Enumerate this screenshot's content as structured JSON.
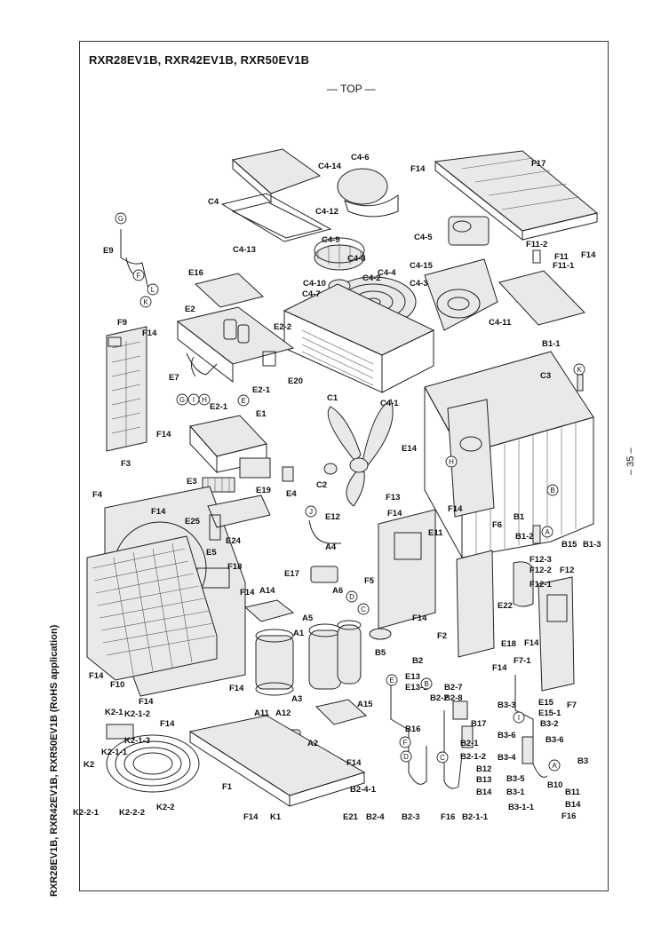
{
  "page": {
    "title": "RXR28EV1B, RXR42EV1B, RXR50EV1B",
    "view_label": "— TOP —",
    "side_caption": "RXR28EV1B, RXR42EV1B, RXR50EV1B (RoHS application)",
    "page_number": "– 35 –"
  },
  "labels": {
    "C4_14": "C4-14",
    "C4_6": "C4-6",
    "F14_a": "F14",
    "F17": "F17",
    "C4": "C4",
    "C4_12": "C4-12",
    "G": "G",
    "E9": "E9",
    "F": "F",
    "L": "L",
    "K": "K",
    "C4_13": "C4-13",
    "C4_9": "C4-9",
    "C4_5": "C4-5",
    "C4_8": "C4-8",
    "F11_2": "F11-2",
    "F14_b": "F14",
    "E16": "E16",
    "C4_10": "C4-10",
    "C4_4": "C4-4",
    "C4_15": "C4-15",
    "C4_2": "C4-2",
    "C4_3": "C4-3",
    "F11": "F11",
    "F11_1": "F11-1",
    "C4_7": "C4-7",
    "E2": "E2",
    "F9": "F9",
    "E2_2": "E2-2",
    "C4_11": "C4-11",
    "B1_1": "B1-1",
    "F14_c": "F14",
    "C3": "C3",
    "E7": "E7",
    "E2_1a": "E2-1",
    "E20": "E20",
    "E2_1b": "E2-1",
    "C1": "C1",
    "C4_1": "C4-1",
    "E1": "E1",
    "F14_d": "F14",
    "F3": "F3",
    "E14": "E14",
    "E3": "E3",
    "E19": "E19",
    "E4": "E4",
    "C2": "C2",
    "F13": "F13",
    "F4": "F4",
    "F14_e": "F14",
    "J": "J",
    "E12": "E12",
    "E11": "E11",
    "E25": "E25",
    "F14_f": "F14",
    "F6": "F6",
    "B1": "B1",
    "B1_2": "B1-2",
    "B15": "B15",
    "B1_3": "B1-3",
    "E24": "E24",
    "E5": "E5",
    "A4": "A4",
    "F18": "F18",
    "E17": "E17",
    "F5": "F5",
    "F12_3": "F12-3",
    "F12_2": "F12-2",
    "F12": "F12",
    "F12_1": "F12-1",
    "F14_g": "F14",
    "A14": "A14",
    "A6": "A6",
    "D": "D",
    "E22": "E22",
    "A5": "A5",
    "C": "C",
    "F14_h": "F14",
    "F2": "F2",
    "E18": "E18",
    "F14_i": "F14",
    "A1": "A1",
    "B5": "B5",
    "F14_j": "F14",
    "F7_1": "F7-1",
    "B2": "B2",
    "F14_k": "F14",
    "F10": "F10",
    "F14_l": "F14",
    "E13": "E13",
    "E13_1": "E13-1",
    "B2_7": "B2-7",
    "B2_2": "B2-2",
    "B2_8": "B2-8",
    "E15": "E15",
    "E15_1": "E15-1",
    "F7": "F7",
    "A11": "A11",
    "A12": "A12",
    "A3": "A3",
    "A15": "A15",
    "F14_m": "F14",
    "B3_3": "B3-3",
    "B3_2": "B3-2",
    "K2_1": "K2-1",
    "K2_1_2": "K2-1-2",
    "F14_n": "F14",
    "B17": "B17",
    "B3_6a": "B3-6",
    "B3_6b": "B3-6",
    "K2_1_3": "K2-1-3",
    "A2": "A2",
    "B16": "B16",
    "B2_1": "B2-1",
    "K2_1_1": "K2-1-1",
    "B2_1_2": "B2-1-2",
    "B3_4": "B3-4",
    "B3": "B3",
    "K2": "K2",
    "F14_o": "F14",
    "F1": "F1",
    "B12": "B12",
    "B13": "B13",
    "B3_5": "B3-5",
    "B10": "B10",
    "B14a": "B14",
    "B11": "B11",
    "B3_1": "B3-1",
    "B14b": "B14",
    "B2_4_1": "B2-4-1",
    "K2_2_1": "K2-2-1",
    "K2_2_2": "K2-2-2",
    "K2_2": "K2-2",
    "F14_p": "F14",
    "K1": "K1",
    "E21": "E21",
    "B2_4": "B2-4",
    "B2_3": "B2-3",
    "F16a": "F16",
    "B2_1_1": "B2-1-1",
    "B3_1_1": "B3-1-1",
    "F16b": "F16"
  },
  "circle_markers": {
    "G1": "G",
    "F1": "F",
    "L1": "L",
    "K1": "K",
    "G2": "G",
    "I1": "I",
    "H1": "H",
    "E1": "E",
    "K2": "K",
    "H2": "H",
    "B1": "B",
    "J1": "J",
    "D1": "D",
    "C1": "C",
    "A1": "A",
    "E2": "E",
    "B2": "B",
    "F2": "F",
    "D2": "D",
    "C2": "C",
    "I2": "I",
    "A2": "A"
  }
}
